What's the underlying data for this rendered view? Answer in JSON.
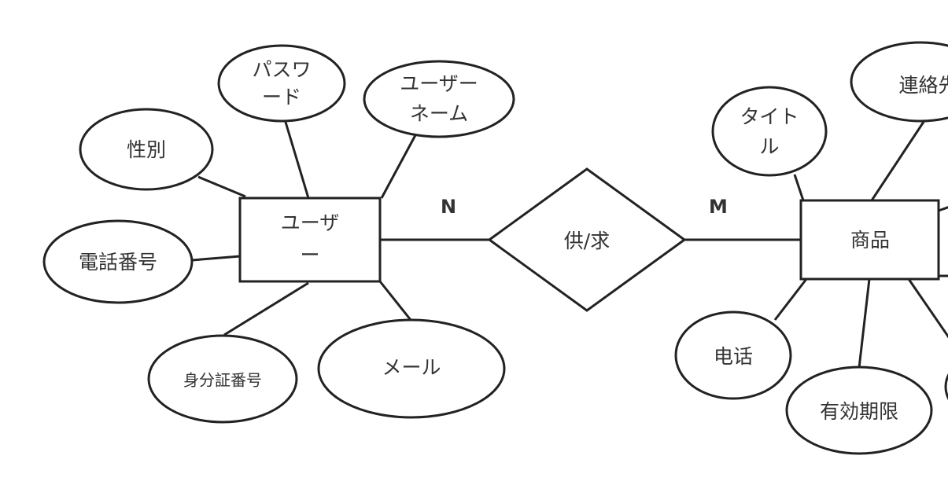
{
  "entities": {
    "user": {
      "lines": [
        "ユーザ",
        "ー"
      ]
    },
    "product": {
      "lines": [
        "商品"
      ]
    }
  },
  "relationship": {
    "label": "供/求",
    "left_cardinality": "N",
    "right_cardinality": "M"
  },
  "user_attributes": {
    "gender": {
      "lines": [
        "性別"
      ]
    },
    "password": {
      "lines": [
        "パスワ",
        "ード"
      ]
    },
    "username": {
      "lines": [
        "ユーザー",
        "ネーム"
      ]
    },
    "phone_number": {
      "lines": [
        "電話番号"
      ]
    },
    "id_number": {
      "lines": [
        "身分証番号"
      ]
    },
    "email": {
      "lines": [
        "メール"
      ]
    }
  },
  "product_attributes": {
    "title": {
      "lines": [
        "タイト",
        "ル"
      ]
    },
    "contact": {
      "lines": [
        "連絡先"
      ]
    },
    "phone": {
      "lines": [
        "电话"
      ]
    },
    "expiry": {
      "lines": [
        "有効期限"
      ]
    }
  }
}
